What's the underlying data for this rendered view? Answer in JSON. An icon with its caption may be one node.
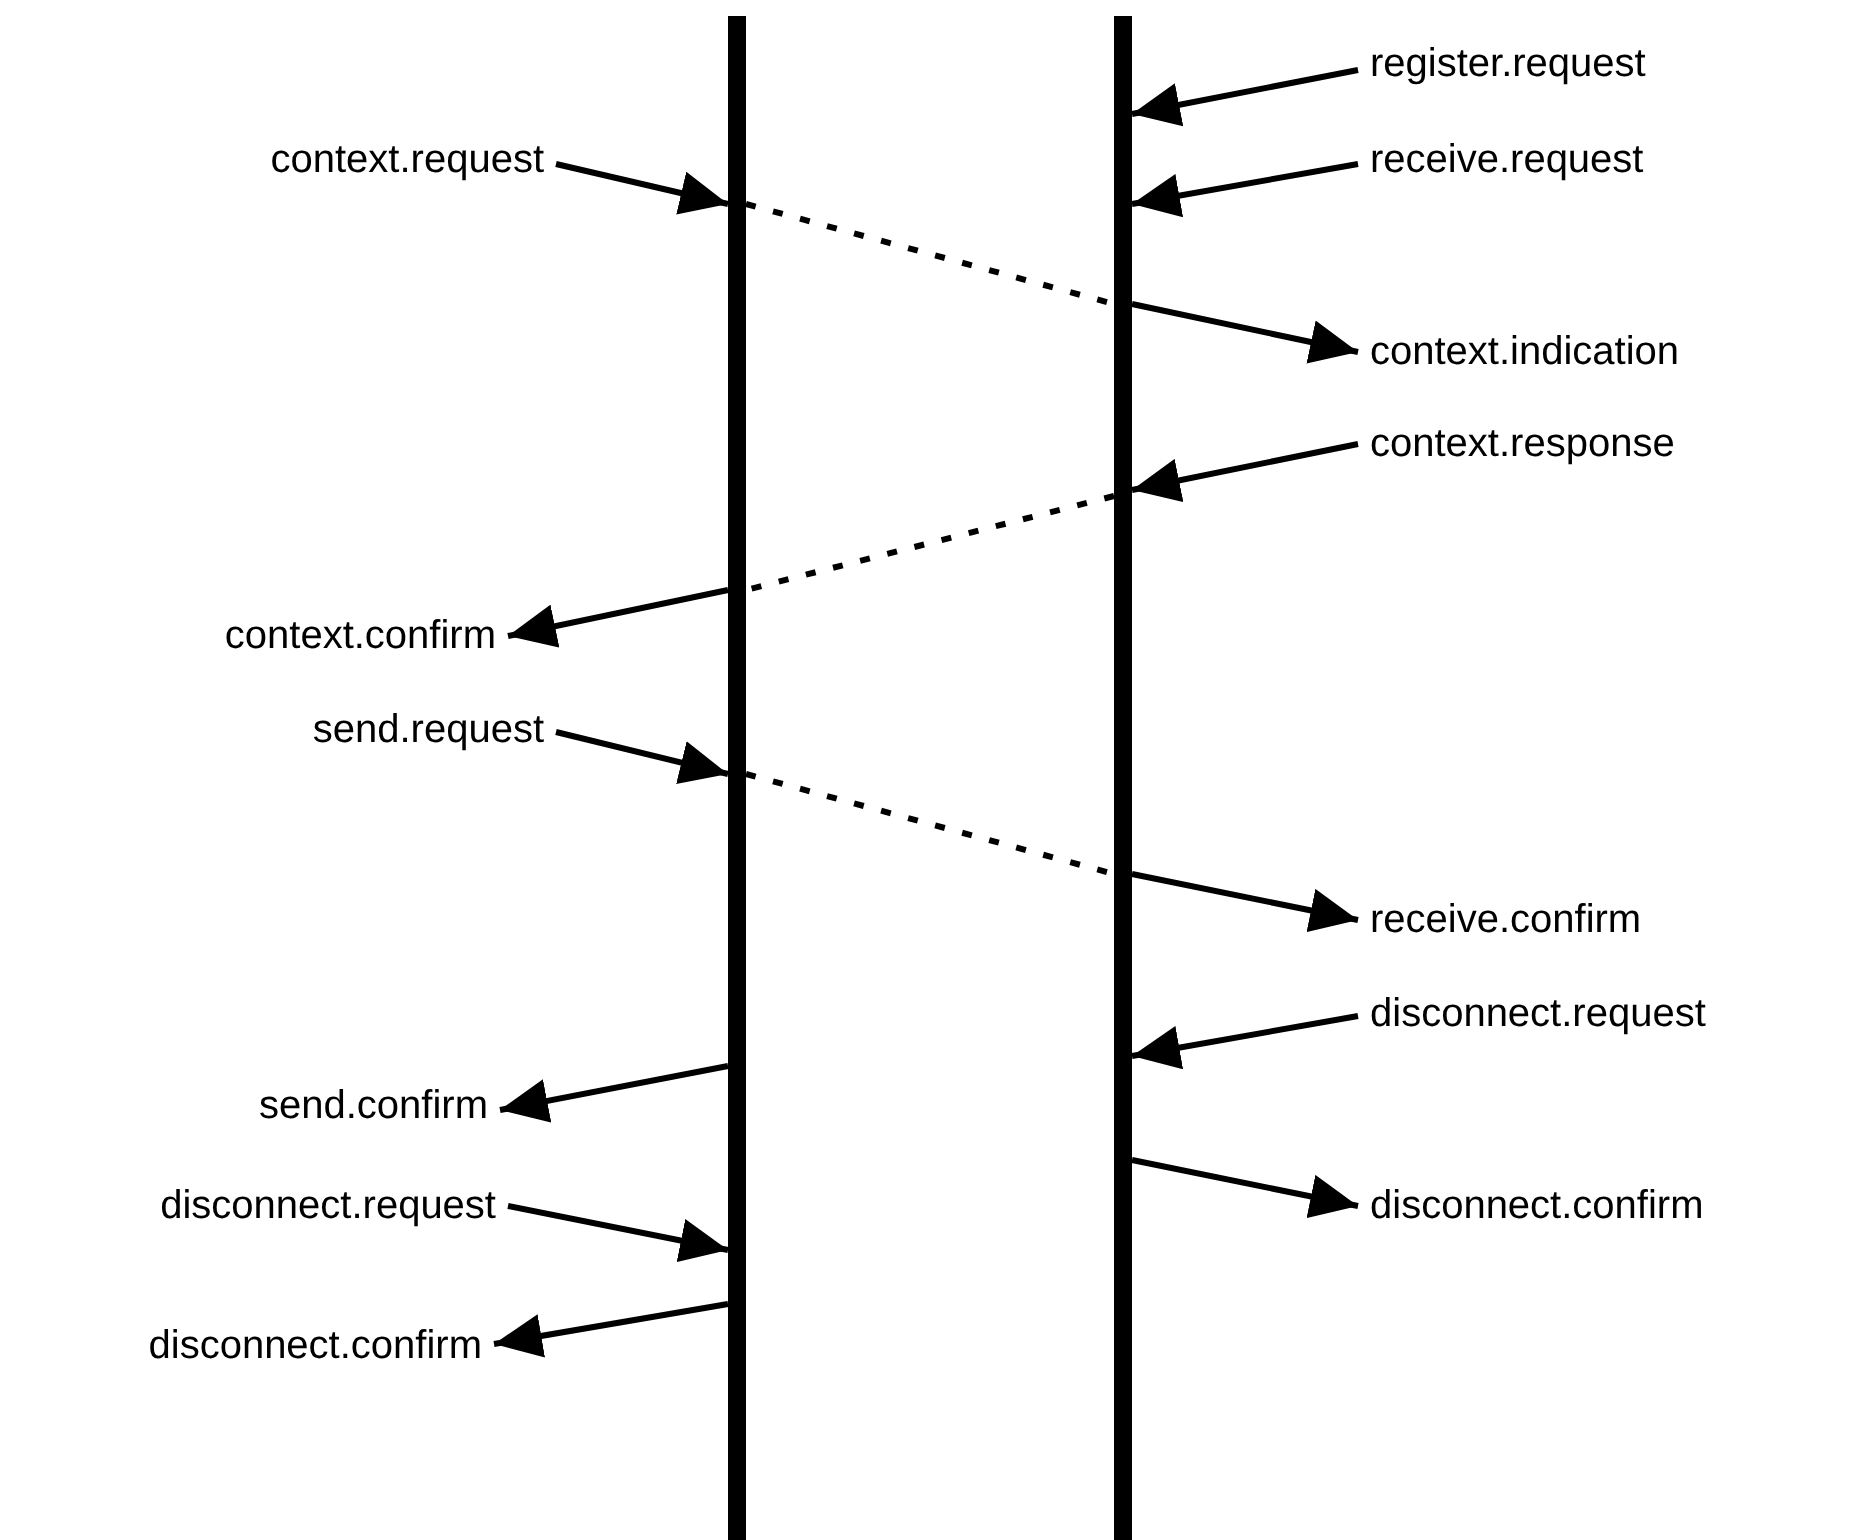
{
  "diagram": {
    "nodes": [
      {
        "text": [],
        "shape": "bar"
      },
      {
        "text": [],
        "shape": "bar"
      },
      {
        "text": [
          "register.request"
        ]
      },
      {
        "text": [
          "context.request"
        ]
      },
      {
        "text": [
          "receive.request"
        ]
      },
      {
        "text": [
          "context.indication"
        ]
      },
      {
        "text": [
          "context.response"
        ]
      },
      {
        "text": [
          "context.confirm"
        ]
      },
      {
        "text": [
          "send.request"
        ]
      },
      {
        "text": [
          "receive.confirm"
        ]
      },
      {
        "text": [
          "disconnect.request"
        ]
      },
      {
        "text": [
          "send.confirm"
        ]
      },
      {
        "text": [
          "disconnect.request"
        ]
      },
      {
        "text": [
          "disconnect.confirm"
        ]
      },
      {
        "text": [
          "disconnect.confirm"
        ]
      }
    ],
    "edges": [
      {
        "from": 2,
        "to": 1,
        "arrow": "to"
      },
      {
        "from": 3,
        "to": 0,
        "arrow": "to"
      },
      {
        "from": 4,
        "to": 1,
        "arrow": "to"
      },
      {
        "from": 0,
        "to": 1,
        "arrow": "none",
        "style": "dashed"
      },
      {
        "from": 1,
        "to": 5,
        "arrow": "to"
      },
      {
        "from": 6,
        "to": 1,
        "arrow": "to"
      },
      {
        "from": 1,
        "to": 0,
        "arrow": "none",
        "style": "dashed"
      },
      {
        "from": 0,
        "to": 7,
        "arrow": "to"
      },
      {
        "from": 8,
        "to": 0,
        "arrow": "to"
      },
      {
        "from": 0,
        "to": 1,
        "arrow": "none",
        "style": "dashed"
      },
      {
        "from": 1,
        "to": 9,
        "arrow": "to"
      },
      {
        "from": 10,
        "to": 1,
        "arrow": "to"
      },
      {
        "from": 0,
        "to": 11,
        "arrow": "to"
      },
      {
        "from": 12,
        "to": 0,
        "arrow": "to"
      },
      {
        "from": 1,
        "to": 13,
        "arrow": "to"
      },
      {
        "from": 0,
        "to": 14,
        "arrow": "to"
      }
    ]
  }
}
